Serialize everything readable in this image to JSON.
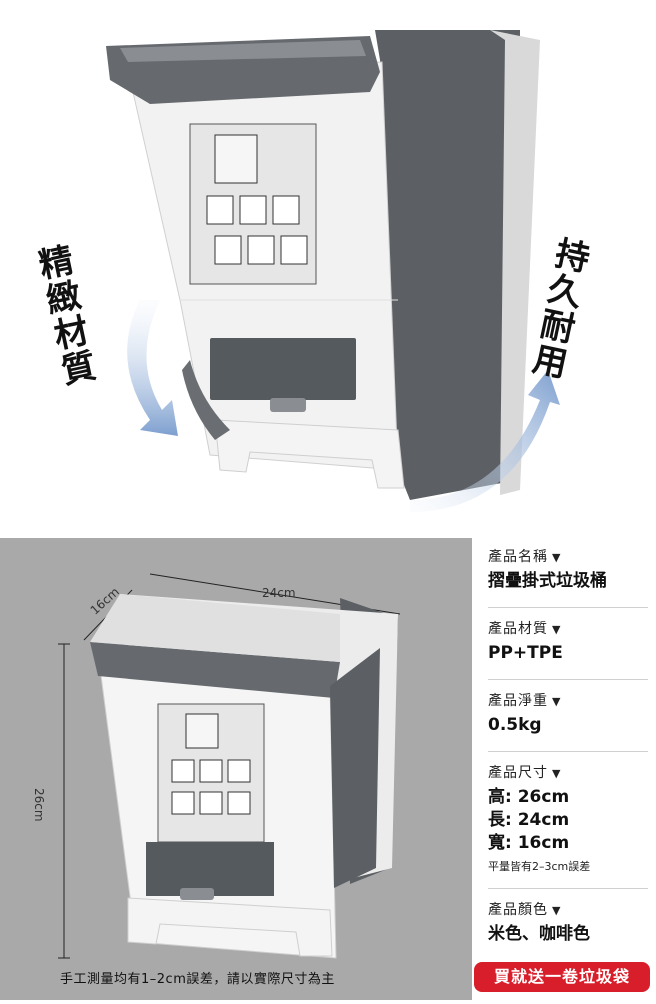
{
  "hero": {
    "left_slogan": "精緻材質",
    "right_slogan": "持久耐用"
  },
  "dimensions": {
    "depth": "16cm",
    "length": "24cm",
    "height": "26cm"
  },
  "bottom_note": "手工測量均有1–2cm誤差，請以實際尺寸為主",
  "specs": [
    {
      "label": "產品名稱",
      "values": [
        "摺疊掛式垃圾桶"
      ]
    },
    {
      "label": "產品材質",
      "values": [
        "PP+TPE"
      ]
    },
    {
      "label": "產品淨重",
      "values": [
        "0.5kg"
      ]
    },
    {
      "label": "產品尺寸",
      "values": [
        "高: 26cm",
        "長: 24cm",
        "寬: 16cm"
      ],
      "note": "平量皆有2–3cm誤差"
    },
    {
      "label": "產品顏色",
      "values": [
        "米色、咖啡色"
      ]
    }
  ],
  "promo": "買就送一卷垃圾袋",
  "colors": {
    "accent": "#d81e2a",
    "bin_gray": "#666a6e",
    "panel_gray": "#a9a9a9"
  }
}
